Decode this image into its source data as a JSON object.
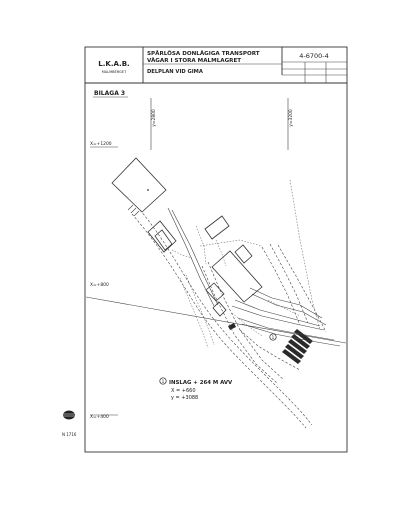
{
  "title_block": {
    "company": "L.K.A.B.",
    "company_sub": "MALMBERGET",
    "title_line1": "SPÅRLÖSA DONLÄGIGA TRANSPORT",
    "title_line2": "VÄGAR I STORA MALMLAGRET",
    "subtitle": "DELPLAN VID GIMA",
    "drawing_number": "4-6700-4"
  },
  "appendix_label": "BILAGA 3",
  "grid_labels": {
    "y_left": "y=2800",
    "y_right": "y=3200",
    "x_top": "X=+1200",
    "x_mid": "X=+800",
    "x_bottom": "X=+400"
  },
  "marker_number": "1",
  "legend": {
    "number": "1",
    "line1": "INSLAG + 264 M AVV",
    "line2": "X = +660",
    "line3": "y = +3088"
  },
  "margin_note": "N 1716"
}
